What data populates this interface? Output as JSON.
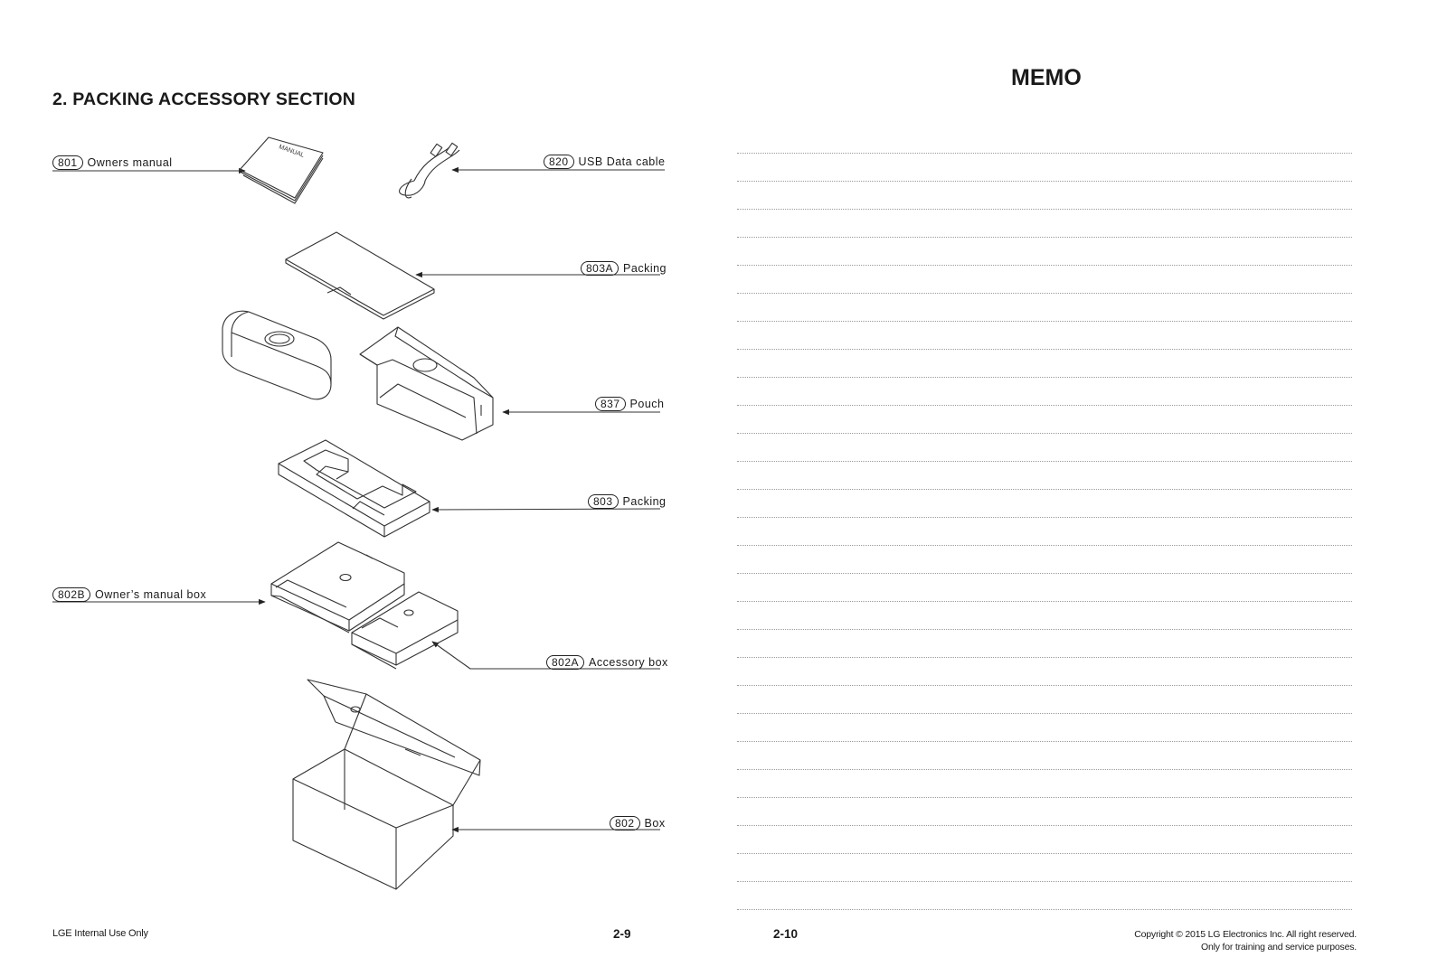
{
  "left_page": {
    "section_title": "2. PACKING ACCESSORY SECTION",
    "callouts": [
      {
        "code": "801",
        "label": "Owners manual"
      },
      {
        "code": "820",
        "label": "USB Data cable"
      },
      {
        "code": "803A",
        "label": "Packing"
      },
      {
        "code": "837",
        "label": "Pouch"
      },
      {
        "code": "803",
        "label": "Packing"
      },
      {
        "code": "802B",
        "label": "Owner’s manual box"
      },
      {
        "code": "802A",
        "label": "Accessory box"
      },
      {
        "code": "802",
        "label": "Box"
      }
    ],
    "manual_cover_text": "MANUAL",
    "footer_left": "LGE Internal Use Only",
    "page_number": "2-9"
  },
  "right_page": {
    "title": "MEMO",
    "page_number": "2-10",
    "copyright_line1": "Copyright © 2015 LG Electronics Inc. All right reserved.",
    "copyright_line2": "Only for training and service purposes."
  }
}
